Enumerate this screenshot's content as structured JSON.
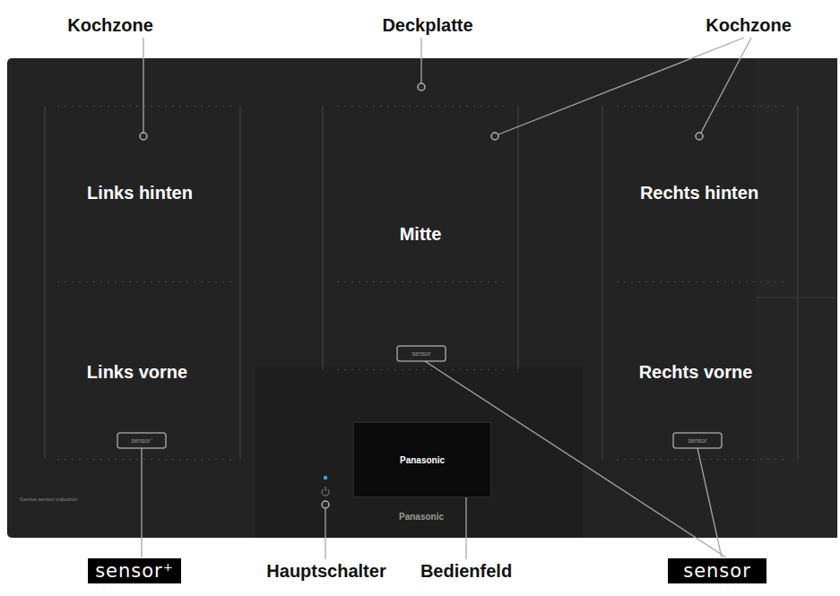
{
  "diagram": {
    "nodes": [
      {
        "text": [
          "Panasonic"
        ]
      },
      {
        "text": [
          "sensor⁺"
        ]
      },
      {
        "text": [
          "sensor"
        ]
      }
    ],
    "labels": [
      "Kochzone",
      "Deckplatte",
      "Kochzone",
      "Links hinten",
      "Mitte",
      "Rechts hinten",
      "Links vorne",
      "Rechts vorne",
      "sensor⁺",
      "sensor",
      "sensor",
      "Genius sensor induction",
      "Panasonic",
      "Hauptschalter",
      "Bedienfeld"
    ]
  }
}
